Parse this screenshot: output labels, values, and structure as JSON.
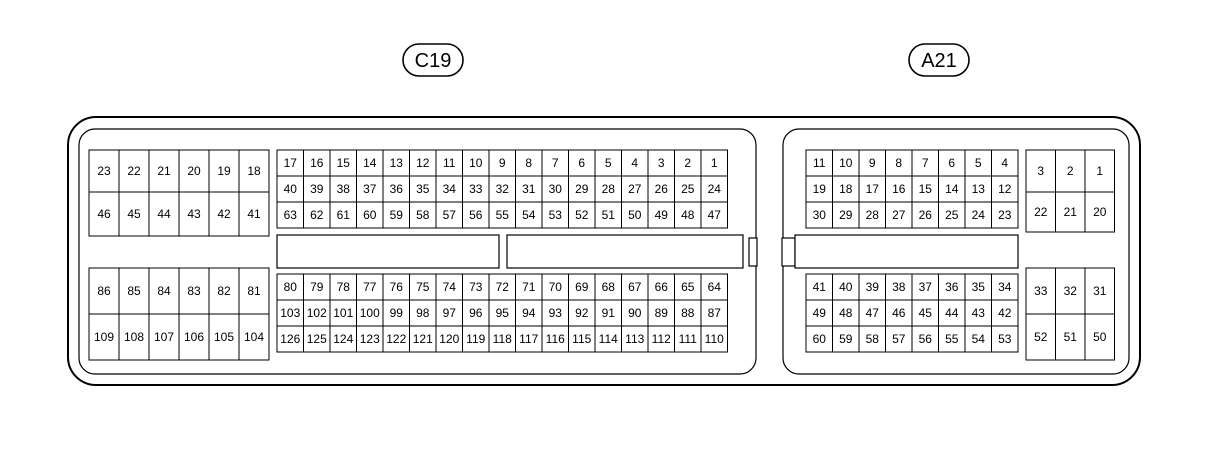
{
  "labels": {
    "left": "C19",
    "right": "A21"
  },
  "colors": {
    "line": "#000000",
    "background": "#ffffff"
  },
  "blocks": [
    {
      "id": "c19-top-left",
      "rows": [
        [
          "23",
          "22",
          "21",
          "20",
          "19",
          "18"
        ],
        [
          "46",
          "45",
          "44",
          "43",
          "42",
          "41"
        ]
      ]
    },
    {
      "id": "c19-top-main",
      "rows": [
        [
          "17",
          "16",
          "15",
          "14",
          "13",
          "12",
          "11",
          "10",
          "9",
          "8",
          "7",
          "6",
          "5",
          "4",
          "3",
          "2",
          "1"
        ],
        [
          "40",
          "39",
          "38",
          "37",
          "36",
          "35",
          "34",
          "33",
          "32",
          "31",
          "30",
          "29",
          "28",
          "27",
          "26",
          "25",
          "24"
        ],
        [
          "63",
          "62",
          "61",
          "60",
          "59",
          "58",
          "57",
          "56",
          "55",
          "54",
          "53",
          "52",
          "51",
          "50",
          "49",
          "48",
          "47"
        ]
      ]
    },
    {
      "id": "c19-bottom-left",
      "rows": [
        [
          "86",
          "85",
          "84",
          "83",
          "82",
          "81"
        ],
        [
          "109",
          "108",
          "107",
          "106",
          "105",
          "104"
        ]
      ]
    },
    {
      "id": "c19-bottom-main",
      "rows": [
        [
          "80",
          "79",
          "78",
          "77",
          "76",
          "75",
          "74",
          "73",
          "72",
          "71",
          "70",
          "69",
          "68",
          "67",
          "66",
          "65",
          "64"
        ],
        [
          "103",
          "102",
          "101",
          "100",
          "99",
          "98",
          "97",
          "96",
          "95",
          "94",
          "93",
          "92",
          "91",
          "90",
          "89",
          "88",
          "87"
        ],
        [
          "126",
          "125",
          "124",
          "123",
          "122",
          "121",
          "120",
          "119",
          "118",
          "117",
          "116",
          "115",
          "114",
          "113",
          "112",
          "111",
          "110"
        ]
      ]
    },
    {
      "id": "a21-top-main",
      "rows": [
        [
          "11",
          "10",
          "9",
          "8",
          "7",
          "6",
          "5",
          "4"
        ],
        [
          "19",
          "18",
          "17",
          "16",
          "15",
          "14",
          "13",
          "12"
        ],
        [
          "30",
          "29",
          "28",
          "27",
          "26",
          "25",
          "24",
          "23"
        ]
      ]
    },
    {
      "id": "a21-top-right",
      "rows": [
        [
          "3",
          "2",
          "1"
        ],
        [
          "22",
          "21",
          "20"
        ]
      ]
    },
    {
      "id": "a21-bottom-main",
      "rows": [
        [
          "41",
          "40",
          "39",
          "38",
          "37",
          "36",
          "35",
          "34"
        ],
        [
          "49",
          "48",
          "47",
          "46",
          "45",
          "44",
          "43",
          "42"
        ],
        [
          "60",
          "59",
          "58",
          "57",
          "56",
          "55",
          "54",
          "53"
        ]
      ]
    },
    {
      "id": "a21-bottom-right",
      "rows": [
        [
          "33",
          "32",
          "31"
        ],
        [
          "52",
          "51",
          "50"
        ]
      ]
    }
  ]
}
